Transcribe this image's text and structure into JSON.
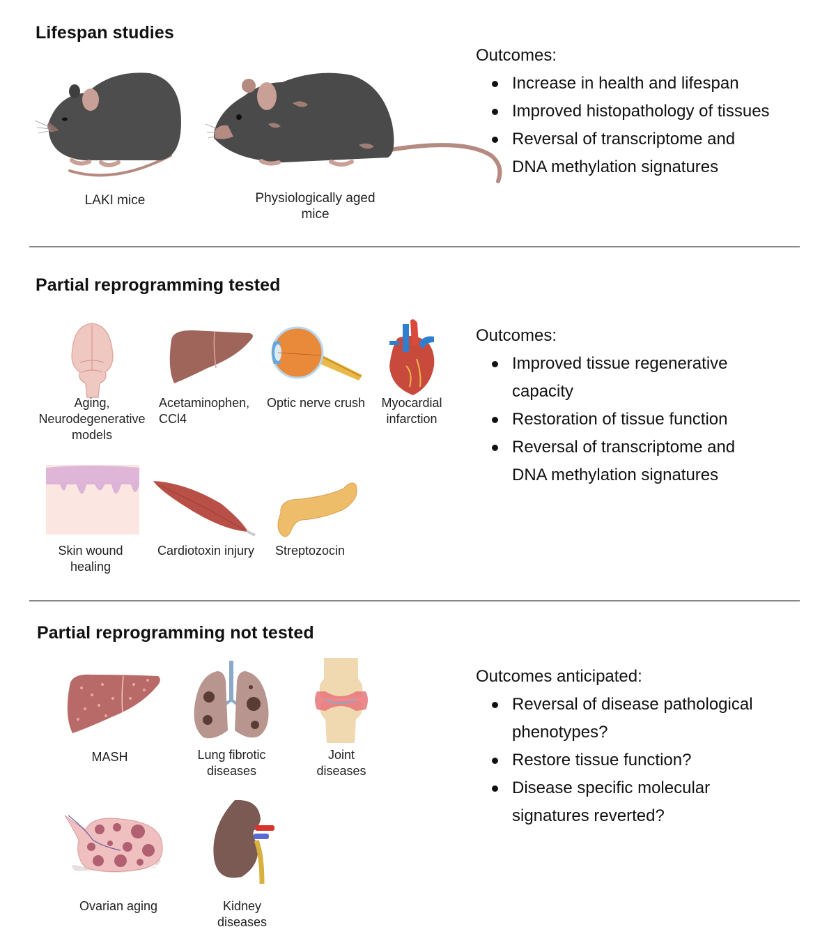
{
  "sections": [
    {
      "title": "Lifespan studies",
      "items": [
        {
          "label": "LAKI mice",
          "icon": "young-mouse-icon"
        },
        {
          "label": "Physiologically aged\nmice",
          "icon": "aged-mouse-icon"
        }
      ],
      "outcomes_title": "Outcomes:",
      "outcomes": [
        "Increase in health and lifespan",
        "Improved histopathology of tissues",
        "Reversal of transcriptome and\nDNA methylation signatures"
      ]
    },
    {
      "title": "Partial reprogramming tested",
      "items": [
        {
          "label": "Aging,\nNeurodegenerative\nmodels",
          "icon": "brain-icon"
        },
        {
          "label": "Acetaminophen,\nCCl4",
          "icon": "liver-icon"
        },
        {
          "label": "Optic nerve crush",
          "icon": "eye-icon"
        },
        {
          "label": "Myocardial\ninfarction",
          "icon": "heart-icon"
        },
        {
          "label": "Skin wound\nhealing",
          "icon": "skin-icon"
        },
        {
          "label": "Cardiotoxin injury",
          "icon": "muscle-icon"
        },
        {
          "label": "Streptozocin",
          "icon": "pancreas-icon"
        }
      ],
      "outcomes_title": "Outcomes:",
      "outcomes": [
        "Improved tissue regenerative\ncapacity",
        "Restoration of tissue function",
        "Reversal of transcriptome and\nDNA methylation signatures"
      ]
    },
    {
      "title": "Partial reprogramming not tested",
      "items": [
        {
          "label": "MASH",
          "icon": "fatty-liver-icon"
        },
        {
          "label": "Lung fibrotic\ndiseases",
          "icon": "lungs-icon"
        },
        {
          "label": "Joint\ndiseases",
          "icon": "joint-icon"
        },
        {
          "label": "Ovarian aging",
          "icon": "ovary-icon"
        },
        {
          "label": "Kidney\ndiseases",
          "icon": "kidney-icon"
        }
      ],
      "outcomes_title": "Outcomes anticipated:",
      "outcomes": [
        "Reversal of disease pathological\nphenotypes?",
        "Restore tissue function?",
        "Disease specific molecular\nsignatures reverted?"
      ]
    }
  ],
  "colors": {
    "mouse_fur": "#4a4a4a",
    "mouse_skin": "#b58a80",
    "divider": "#888888",
    "liver": "#a0655a",
    "heart_red": "#c84a3c",
    "vessel_blue": "#2f7fd0"
  }
}
